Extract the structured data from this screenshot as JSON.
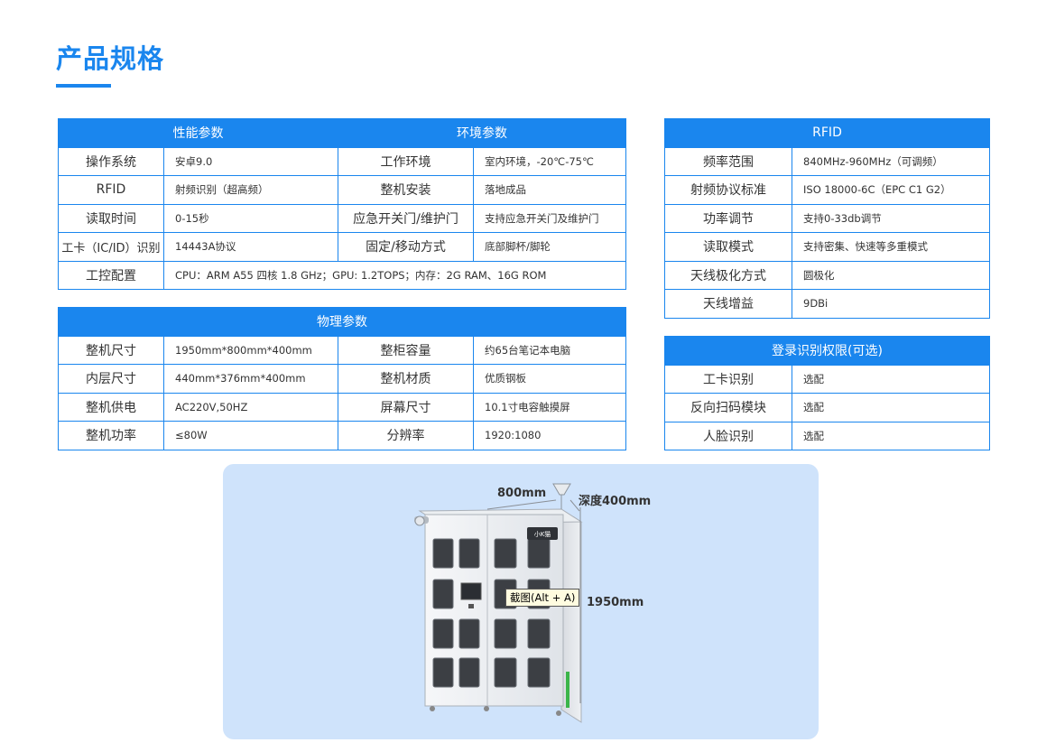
{
  "page": {
    "title": "产品规格"
  },
  "performance_env": {
    "header_left": "性能参数",
    "header_right": "环境参数",
    "rows": [
      {
        "k1": "操作系统",
        "v1": "安卓9.0",
        "k2": "工作环境",
        "v2": "室内环境，-20℃-75℃"
      },
      {
        "k1": "RFID",
        "v1": "射频识别（超高频）",
        "k2": "整机安装",
        "v2": "落地成品"
      },
      {
        "k1": "读取时间",
        "v1": "0-15秒",
        "k2": "应急开关门/维护门",
        "v2": "支持应急开关门及维护门"
      },
      {
        "k1": "工卡（IC/ID）识别",
        "v1": "14443A协议",
        "k2": "固定/移动方式",
        "v2": "底部脚杯/脚轮"
      }
    ],
    "control": {
      "k": "工控配置",
      "v": "CPU：ARM A55 四核 1.8 GHz；GPU: 1.2TOPS；内存：2G RAM、16G ROM"
    }
  },
  "physical": {
    "header": "物理参数",
    "rows": [
      {
        "k1": "整机尺寸",
        "v1": "1950mm*800mm*400mm",
        "k2": "整柜容量",
        "v2": "约65台笔记本电脑"
      },
      {
        "k1": "内层尺寸",
        "v1": "440mm*376mm*400mm",
        "k2": "整机材质",
        "v2": "优质钢板"
      },
      {
        "k1": "整机供电",
        "v1": "AC220V,50HZ",
        "k2": "屏幕尺寸",
        "v2": "10.1寸电容触摸屏"
      },
      {
        "k1": "整机功率",
        "v1": "≤80W",
        "k2": "分辨率",
        "v2": "1920:1080"
      }
    ]
  },
  "rfid": {
    "header": "RFID",
    "rows": [
      {
        "k": "频率范围",
        "v": "840MHz-960MHz（可调频）"
      },
      {
        "k": "射频协议标准",
        "v": "ISO 18000-6C（EPC C1 G2）"
      },
      {
        "k": "功率调节",
        "v": "支持0-33db调节"
      },
      {
        "k": "读取模式",
        "v": "支持密集、快速等多重模式"
      },
      {
        "k": "天线极化方式",
        "v": "圆极化"
      },
      {
        "k": "天线增益",
        "v": "9DBi"
      }
    ]
  },
  "login": {
    "header": "登录识别权限(可选)",
    "rows": [
      {
        "k": "工卡识别",
        "v": "选配"
      },
      {
        "k": "反向扫码模块",
        "v": "选配"
      },
      {
        "k": "人脸识别",
        "v": "选配"
      }
    ]
  },
  "product_image": {
    "width_label": "800mm",
    "depth_label": "深度400mm",
    "height_label": "1950mm",
    "logo_text": "小K猫"
  },
  "tooltip": "截图(Alt + A)",
  "colors": {
    "accent": "#1a86ee",
    "panel_bg": "#cfe3fb"
  }
}
